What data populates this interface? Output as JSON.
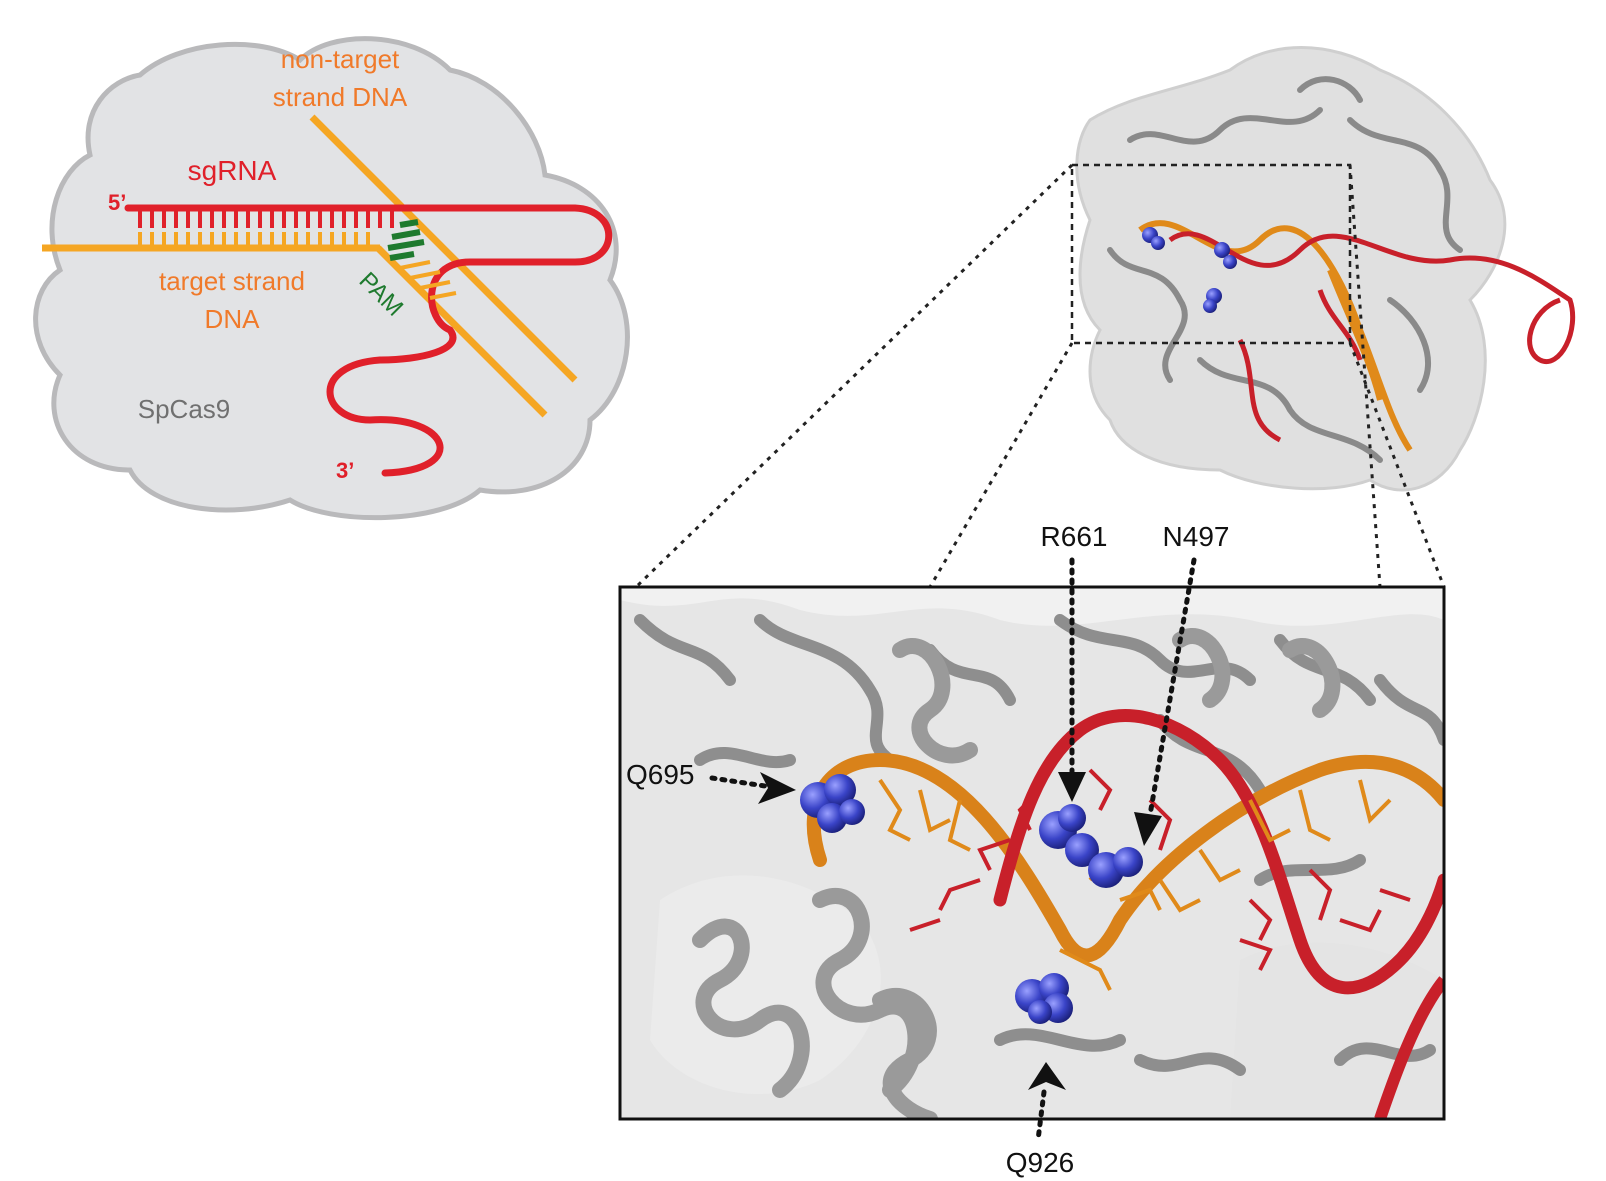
{
  "schematic": {
    "non_target_line1": "non-target",
    "non_target_line2": "strand DNA",
    "sgrna": "sgRNA",
    "five_prime": "5’",
    "three_prime": "3’",
    "target_line1": "target strand",
    "target_line2": "DNA",
    "pam": "PAM",
    "protein": "SpCas9"
  },
  "residues": {
    "r661": "R661",
    "n497": "N497",
    "q695": "Q695",
    "q926": "Q926"
  },
  "colors": {
    "rna": "#e0202a",
    "dna": "#f5a623",
    "pam": "#1e7a2e",
    "protein_blob": "#e2e3e5",
    "protein_outline": "#b9b9bb",
    "residue_spheres": "#3a44c8",
    "structure_gray": "#8a8a8a"
  }
}
